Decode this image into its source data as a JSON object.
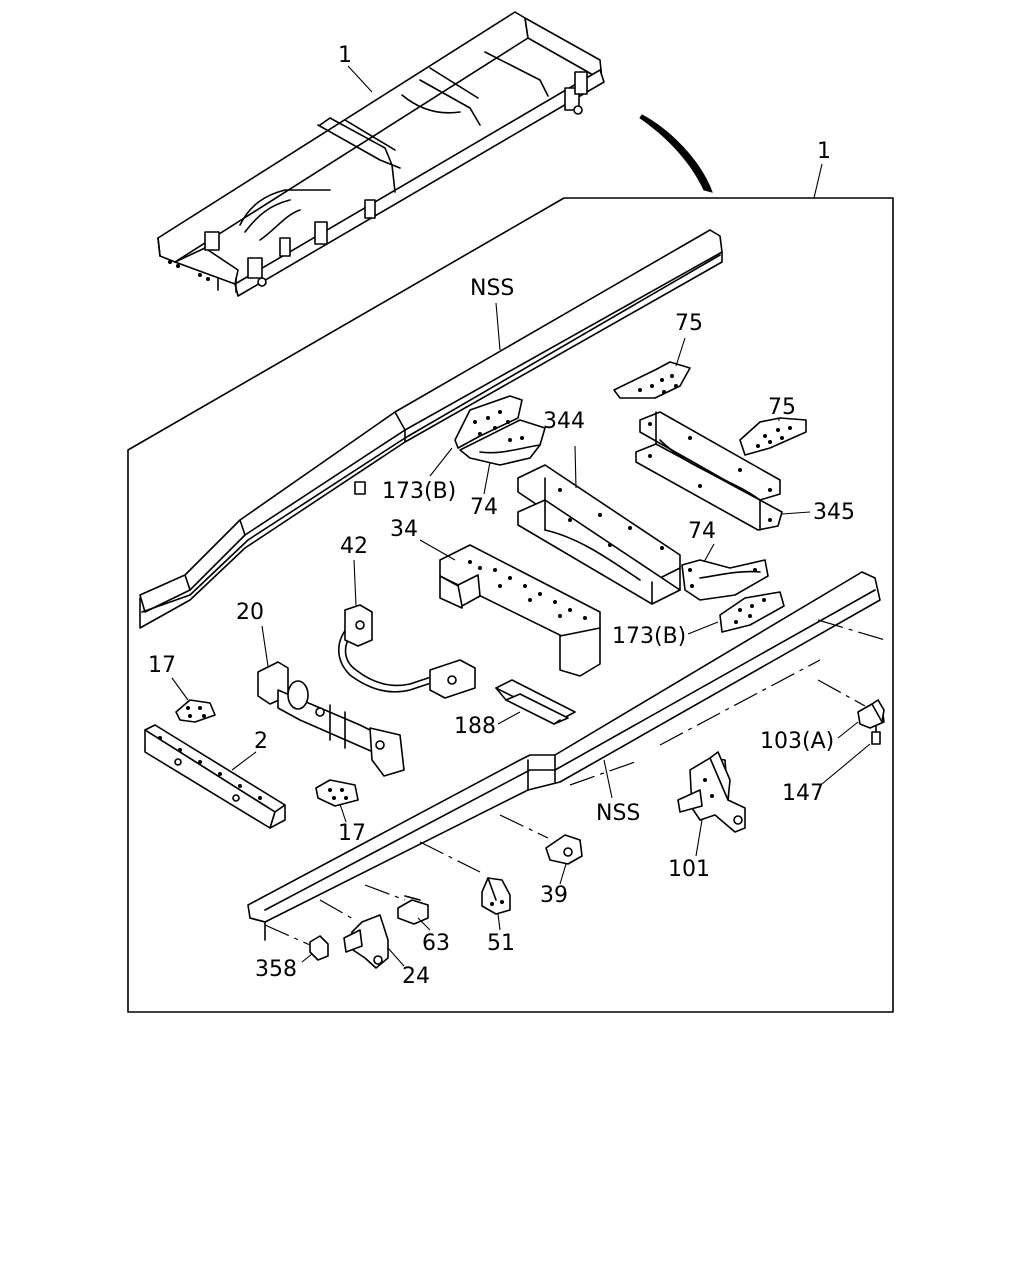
{
  "callouts": {
    "frame_assembly": "1",
    "frame_box": "1",
    "nss_upper": "NSS",
    "nss_lower": "NSS",
    "p75_a": "75",
    "p75_b": "75",
    "p344": "344",
    "p173b_a": "173(B)",
    "p74_a": "74",
    "p345": "345",
    "p34": "34",
    "p74_b": "74",
    "p42": "42",
    "p173b_b": "173(B)",
    "p20": "20",
    "p17_a": "17",
    "p188": "188",
    "p103a": "103(A)",
    "p2": "2",
    "p147": "147",
    "p17_b": "17",
    "p101": "101",
    "p39": "39",
    "p63": "63",
    "p51": "51",
    "p358": "358",
    "p24": "24"
  }
}
